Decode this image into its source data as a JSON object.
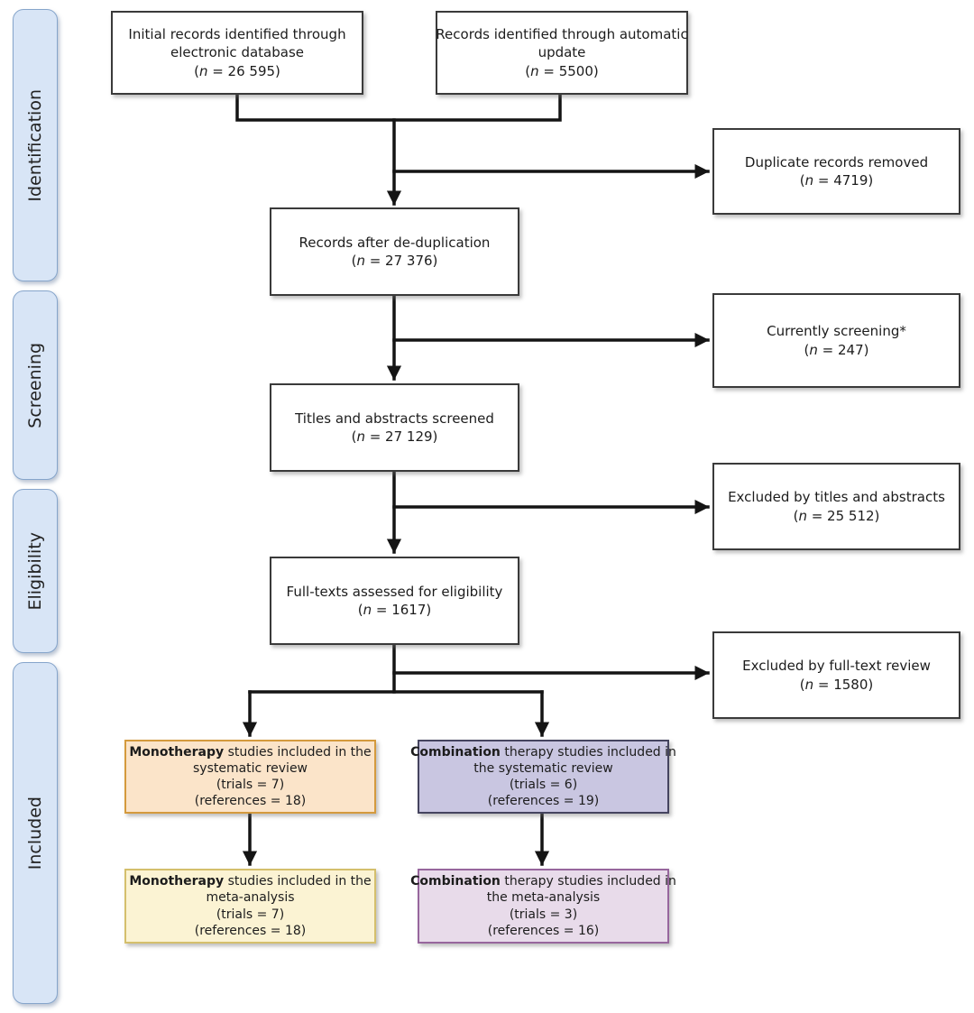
{
  "colors": {
    "line": "#141414",
    "box_border": "#3a3a3a",
    "sidebar_bg": "#d8e5f6",
    "sidebar_border": "#86a5cb",
    "mono_sr_bg": "#fbe4c9",
    "mono_sr_border": "#d49a3d",
    "combo_sr_bg": "#c9c6e1",
    "combo_sr_border": "#45445f",
    "mono_ma_bg": "#fbf3d3",
    "mono_ma_border": "#d4bf6c",
    "combo_ma_bg": "#e8dbea",
    "combo_ma_border": "#97669d"
  },
  "sidebar": {
    "stages": {
      "identification": "Identification",
      "screening": "Screening",
      "eligibility": "Eligibility",
      "included": "Included"
    }
  },
  "boxes": {
    "initial_records": {
      "line1": "Initial records identified through",
      "line2": "electronic database",
      "pre": "(",
      "n": "n",
      "post": " = 26 595)"
    },
    "auto_update": {
      "line1": "Records identified through automatic",
      "line2": "update",
      "pre": "(",
      "n": "n",
      "post": " = 5500)"
    },
    "duplicates_removed": {
      "line1": "Duplicate records removed",
      "pre": "(",
      "n": "n",
      "post": " = 4719)"
    },
    "after_dedup": {
      "line1": "Records after de-duplication",
      "pre": "(",
      "n": "n",
      "post": " = 27 376)"
    },
    "currently_screening": {
      "line1": "Currently screening*",
      "pre": "(",
      "n": "n",
      "post": " = 247)"
    },
    "titles_screened": {
      "line1": "Titles and abstracts screened",
      "pre": "(",
      "n": "n",
      "post": " = 27 129)"
    },
    "excluded_titles": {
      "line1": "Excluded by titles and abstracts",
      "pre": "(",
      "n": "n",
      "post": " = 25 512)"
    },
    "fulltext_assessed": {
      "line1": "Full-texts assessed for eligibility",
      "pre": "(",
      "n": "n",
      "post": " = 1617)"
    },
    "excluded_fulltext": {
      "line1": "Excluded by full-text review",
      "pre": "(",
      "n": "n",
      "post": " = 1580)"
    },
    "mono_sr": {
      "bold": "Monotherapy",
      "rest": " studies included in the",
      "line2": "systematic review",
      "trials": "(trials = 7)",
      "refs": "(references = 18)"
    },
    "combo_sr": {
      "bold": "Combination",
      "rest": " therapy studies included in",
      "line2": "the systematic review",
      "trials": "(trials = 6)",
      "refs": "(references = 19)"
    },
    "mono_ma": {
      "bold": "Monotherapy",
      "rest": " studies included in the",
      "line2": "meta-analysis",
      "trials": "(trials = 7)",
      "refs": "(references = 18)"
    },
    "combo_ma": {
      "bold": "Combination",
      "rest": " therapy studies included in",
      "line2": "the meta-analysis",
      "trials": "(trials = 3)",
      "refs": "(references = 16)"
    }
  }
}
